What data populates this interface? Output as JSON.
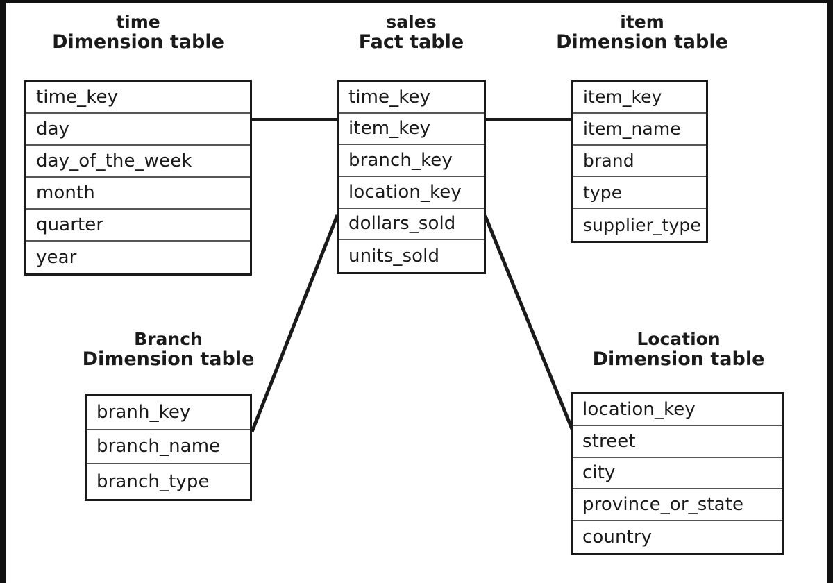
{
  "diagram": {
    "type": "star-schema",
    "title_note": "Star schema for a sales data warehouse",
    "colors": {
      "background": "#ffffff",
      "box_border": "#1a1a1a",
      "row_divider": "#555555",
      "link_line": "#1a1a1a",
      "text": "#1a1a1a"
    }
  },
  "tables": {
    "time": {
      "name": "time",
      "kind": "Dimension table",
      "rows": [
        "time_key",
        "day",
        "day_of_the_week",
        "month",
        "quarter",
        "year"
      ]
    },
    "sales": {
      "name": "sales",
      "kind": "Fact table",
      "rows": [
        "time_key",
        "item_key",
        "branch_key",
        "location_key",
        "dollars_sold",
        "units_sold"
      ]
    },
    "item": {
      "name": "item",
      "kind": "Dimension table",
      "rows": [
        "item_key",
        "item_name",
        "brand",
        "type",
        "supplier_type"
      ]
    },
    "branch": {
      "name": "Branch",
      "kind": "Dimension table",
      "rows": [
        "branh_key",
        "branch_name",
        "branch_type"
      ]
    },
    "location": {
      "name": "Location",
      "kind": "Dimension table",
      "rows": [
        "location_key",
        "street",
        "city",
        "province_or_state",
        "country"
      ]
    }
  },
  "links": [
    {
      "name": "time-to-sales",
      "from": "time",
      "to": "sales",
      "shape": "horizontal"
    },
    {
      "name": "sales-to-item",
      "from": "sales",
      "to": "item",
      "shape": "horizontal"
    },
    {
      "name": "branch-to-sales",
      "from": "branch",
      "to": "sales",
      "shape": "diagonal"
    },
    {
      "name": "sales-to-location",
      "from": "sales",
      "to": "location",
      "shape": "diagonal"
    }
  ]
}
